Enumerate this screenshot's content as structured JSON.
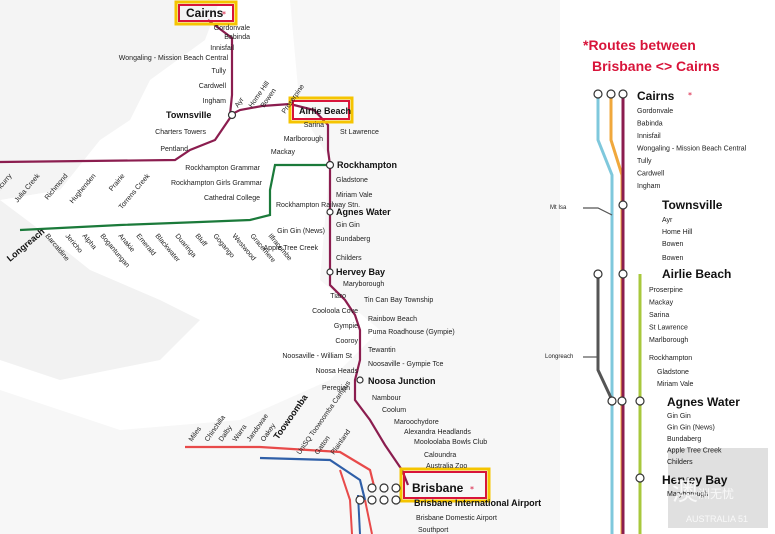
{
  "legend": {
    "title_line1": "*Routes between",
    "title_line2": "Brisbane <> Cairns"
  },
  "colors": {
    "route_main": "#8b1d4f",
    "route_green": "#1b7a3a",
    "route_red": "#e84a4a",
    "route_blue": "#2f5fa8",
    "highlight": "#d8143a",
    "highlight_outer": "#f5c400",
    "line_lightblue": "#7fc8dc",
    "line_orange": "#f0a83c",
    "line_lime": "#a8c83c",
    "line_grey": "#555555",
    "land": "#f2f2f2"
  },
  "left_map": {
    "cairns": "Cairns",
    "townsville": "Townsville",
    "airlie_beach": "Airlie Beach",
    "rockhampton": "Rockhampton",
    "agnes_water": "Agnes Water",
    "hervey_bay": "Hervey Bay",
    "noosa_junction": "Noosa Junction",
    "brisbane": "Brisbane",
    "longreach": "Longreach",
    "toowoomba": "Toowoomba",
    "north_stops": [
      "Gordonvale",
      "Babinda",
      "Innisfail",
      "Wongaling - Mission Beach Central",
      "Tully",
      "Cardwell",
      "Ingham"
    ],
    "townsville_side": [
      "Charters Towers",
      "Pentland"
    ],
    "coast_stops": [
      "Ayr",
      "Home Hill",
      "Bowen",
      "Proserpine",
      "Sarina",
      "Marlborough",
      "Mackay",
      "St Lawrence"
    ],
    "inland_west": [
      "Cloncurry",
      "Julia Creek",
      "Richmond",
      "Hughenden",
      "Prairie",
      "Torrens Creek"
    ],
    "inland_west2": [
      "Barcaldine",
      "Jericho",
      "Alpha",
      "Bogantungan",
      "Anakie",
      "Emerald",
      "Blackwater",
      "Duaringa",
      "Bluff",
      "Gogango",
      "Westwood",
      "Gracemere",
      "Ilfracombe"
    ],
    "rock_west": [
      "Rockhampton Grammar",
      "Rockhampton Girls Grammar",
      "Cathedral College",
      "Rockhampton Railway Stn."
    ],
    "rock_south": [
      "Gladstone",
      "Miriam Vale",
      "Gin Gin",
      "Bundaberg",
      "Childers",
      "Gin Gin (News)",
      "Apple Tree Creek",
      "Maryborough"
    ],
    "sunshine": [
      "Tiaro",
      "Tin Can Bay Township",
      "Cooloola Cove",
      "Rainbow Beach",
      "Gympie",
      "Puma Roadhouse (Gympie)",
      "Cooroy",
      "Tewantin",
      "Noosaville - William St",
      "Noosaville - Gympie Tce",
      "Noosa Heads",
      "Peregian"
    ],
    "coast_south": [
      "Nambour",
      "Coolum",
      "Maroochydore",
      "Alexandra Headlands",
      "Mooloolaba Bowls Club",
      "Caloundra",
      "Australia Zoo"
    ],
    "toowoomba_west": [
      "Miles",
      "Chinchilla",
      "Dalby",
      "Warra",
      "Jandowae",
      "Oakey"
    ],
    "toowoomba_east": [
      "UniSQ Toowoomba Campus",
      "Gatton",
      "Plainland"
    ],
    "brisbane_stops": [
      "Brisbane International Airport",
      "Brisbane Domestic Airport",
      "Southport"
    ]
  },
  "right_list": {
    "cairns": "Cairns",
    "townsville": "Townsville",
    "airlie_beach": "Airlie Beach",
    "agnes_water": "Agnes Water",
    "hervey_bay": "Hervey Bay",
    "after_cairns": [
      "Gordonvale",
      "Babinda",
      "Innisfail",
      "Wongaling - Mission Beach Central",
      "Tully",
      "Cardwell",
      "Ingham"
    ],
    "after_townsville": [
      "Ayr",
      "Home Hill",
      "Bowen",
      "Bowen"
    ],
    "after_airlie": [
      "Proserpine",
      "Mackay",
      "Sarina",
      "St Lawrence",
      "Marlborough"
    ],
    "rockhampton": "Rockhampton",
    "after_rock": [
      "Gladstone",
      "Miriam Vale"
    ],
    "after_agnes": [
      "Gin Gin",
      "Gin Gin (News)",
      "Bundaberg",
      "Apple Tree Creek",
      "Childers"
    ],
    "after_hervey": [
      "Maryborough"
    ],
    "branch_mt": "Mt Isa",
    "branch_longreach": "Longreach"
  },
  "watermark": {
    "line1": "澳",
    "line2": "洲无忧",
    "line3": "AUSTRALIA 51"
  }
}
